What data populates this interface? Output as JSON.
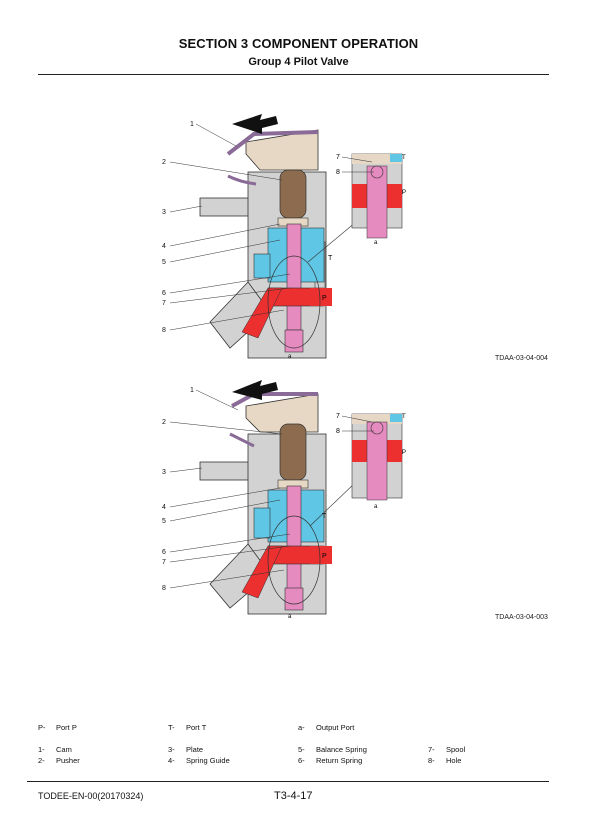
{
  "header": {
    "section_title": "SECTION 3 COMPONENT OPERATION",
    "group_title": "Group 4 Pilot Valve"
  },
  "figures": [
    {
      "code": "TDAA-03-04-004",
      "callouts": [
        "1",
        "2",
        "3",
        "4",
        "5",
        "6",
        "7",
        "8"
      ],
      "inset_callouts": [
        "7",
        "8"
      ],
      "port_labels": {
        "t": "T",
        "p": "P",
        "a": "a",
        "inset_t": "T",
        "inset_p": "P",
        "inset_a": "a"
      }
    },
    {
      "code": "TDAA-03-04-003",
      "callouts": [
        "1",
        "2",
        "3",
        "4",
        "5",
        "6",
        "7",
        "8"
      ],
      "inset_callouts": [
        "7",
        "8"
      ],
      "port_labels": {
        "t": "T",
        "p": "P",
        "a": "a",
        "inset_t": "T",
        "inset_p": "P",
        "inset_a": "a"
      }
    }
  ],
  "legend": {
    "ports": [
      {
        "key": "P-",
        "label": "Port P"
      },
      {
        "key": "T-",
        "label": "Port T"
      },
      {
        "key": "a-",
        "label": "Output Port"
      }
    ],
    "parts": [
      {
        "key": "1-",
        "label": "Cam"
      },
      {
        "key": "2-",
        "label": "Pusher"
      },
      {
        "key": "3-",
        "label": "Plate"
      },
      {
        "key": "4-",
        "label": "Spring Guide"
      },
      {
        "key": "5-",
        "label": "Balance Spring"
      },
      {
        "key": "6-",
        "label": "Return Spring"
      },
      {
        "key": "7-",
        "label": "Spool"
      },
      {
        "key": "8-",
        "label": "Hole"
      }
    ]
  },
  "footer": {
    "doc_code": "TODEE-EN-00(20170324)",
    "page": "T3-4-17"
  },
  "colors": {
    "body": "#d2d2d2",
    "cam_housing": "#e6d8c4",
    "pusher": "#8c6b4e",
    "tank_blue": "#5fc6e6",
    "pressure_red": "#ec2f2f",
    "spool_pink": "#e58bc0",
    "cam_purple": "#8a6a96"
  }
}
